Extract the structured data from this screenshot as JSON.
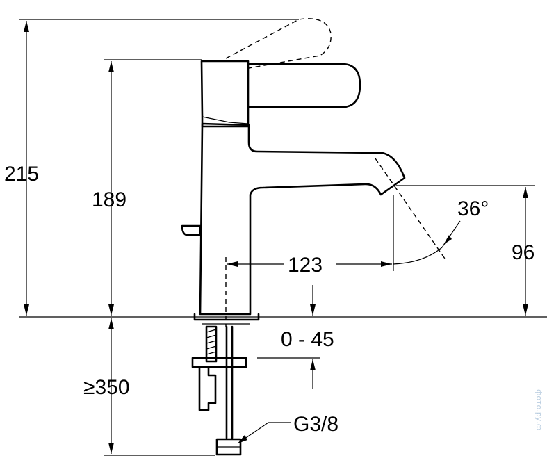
{
  "dimensions": {
    "total_height": "215",
    "spout_height_to_lever": "189",
    "spout_outlet_height": "96",
    "spout_reach": "123",
    "spray_angle": "36°",
    "counter_thickness": "0 - 45",
    "hose_length": "≥350",
    "connection_thread": "G3/8"
  },
  "watermark": {
    "text": "фото.ру.ф"
  },
  "colors": {
    "line": "#000000",
    "background": "#ffffff",
    "watermark": "#b9cde0"
  }
}
